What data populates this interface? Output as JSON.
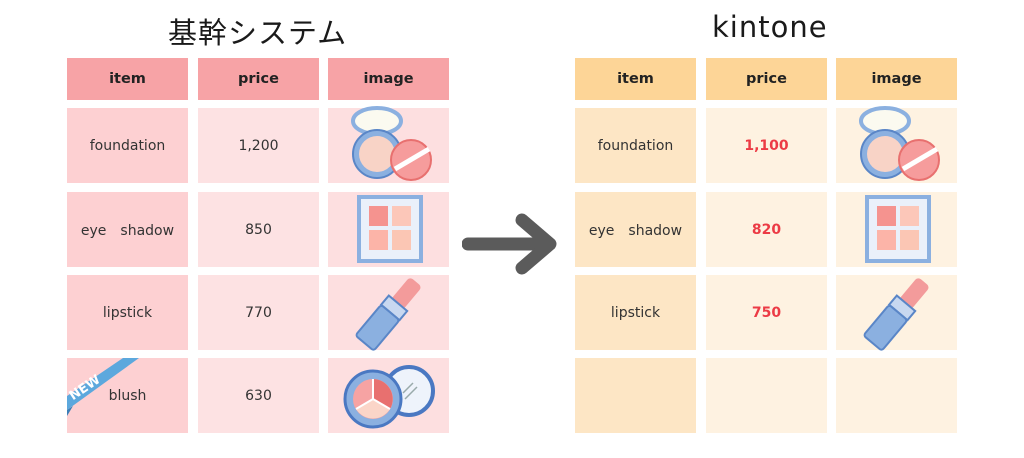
{
  "left": {
    "title": "基幹システム",
    "headers": {
      "item": "item",
      "price": "price",
      "image": "image"
    },
    "rows": [
      {
        "item": "foundation",
        "price": "1,200",
        "image": "compact-icon"
      },
      {
        "item": "eye　shadow",
        "price": "850",
        "image": "eyeshadow-palette-icon"
      },
      {
        "item": "lipstick",
        "price": "770",
        "image": "lipstick-icon"
      },
      {
        "item": "blush",
        "price": "630",
        "image": "blush-compact-icon",
        "badge": "NEW"
      }
    ]
  },
  "right": {
    "title": "kintone",
    "headers": {
      "item": "item",
      "price": "price",
      "image": "image"
    },
    "rows": [
      {
        "item": "foundation",
        "price": "1,100",
        "image": "compact-icon"
      },
      {
        "item": "eye　shadow",
        "price": "820",
        "image": "eyeshadow-palette-icon"
      },
      {
        "item": "lipstick",
        "price": "750",
        "image": "lipstick-icon"
      },
      {
        "item": "",
        "price": "",
        "image": ""
      }
    ]
  },
  "colors": {
    "left_header": "#f7a3a6",
    "right_header": "#fdd597",
    "price_highlight": "#ec3b45",
    "arrow": "#5b5b5b"
  },
  "icons": {
    "arrow": "arrow-right-icon",
    "badge": "new-ribbon-icon"
  }
}
